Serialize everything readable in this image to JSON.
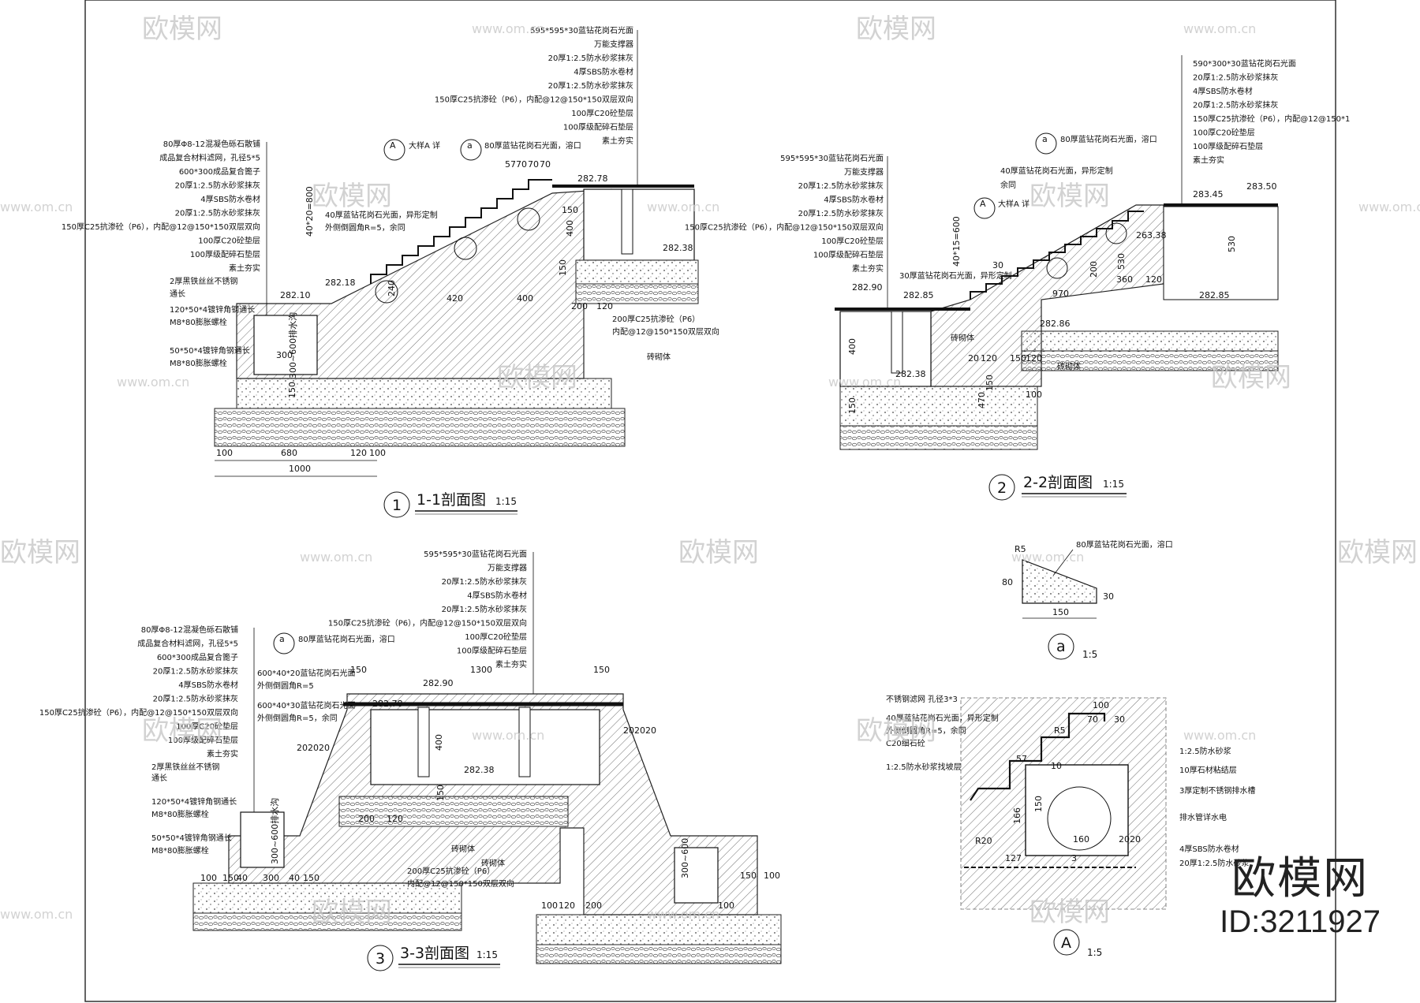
{
  "sections": {
    "s1": {
      "num": "1",
      "title": "1-1剖面图",
      "scale": "1:15"
    },
    "s2": {
      "num": "2",
      "title": "2-2剖面图",
      "scale": "1:15"
    },
    "s3": {
      "num": "3",
      "title": "3-3剖面图",
      "scale": "1:15"
    },
    "da": {
      "num": "a",
      "scale": "1:5"
    },
    "dA": {
      "num": "A",
      "scale": "1:5"
    }
  },
  "notes": {
    "s1_right": [
      "595*595*30蓝钻花岗石光面",
      "万能支撑器",
      "20厚1:2.5防水砂浆抹灰",
      "4厚SBS防水卷材",
      "20厚1:2.5防水砂浆抹灰",
      "150厚C25抗渗砼（P6），内配@12@150*150双层双向",
      "100厚C20砼垫层",
      "100厚级配碎石垫层",
      "素土夯实"
    ],
    "s1_left": [
      "80厚Φ8-12混凝色砾石散铺",
      "成品复合材料滤网，孔径5*5",
      "600*300成品复合篦子",
      "20厚1:2.5防水砂浆抹灰",
      "4厚SBS防水卷材",
      "20厚1:2.5防水砂浆抹灰",
      "150厚C25抗渗砼（P6），内配@12@150*150双层双向",
      "100厚C20砼垫层",
      "100厚级配碎石垫层",
      "素土夯实"
    ],
    "s1_misc": [
      "2厚黑铁丝丝不锈钢",
      "通长",
      "120*50*4镀锌角钢通长",
      "M8*80膨胀螺栓",
      "50*50*4镀锌角钢通长",
      "M8*80膨胀螺栓",
      "40厚蓝钻花岗石光面，异形定制",
      "外侧倒圆角R=5，余同",
      "200厚C25抗渗砼（P6）",
      "内配@12@150*150双层双向",
      "砖砌体"
    ],
    "s1_callouts": {
      "big": "A",
      "big_ref": "大样A 详",
      "small": "a",
      "small_ref": "80厚蓝钻花岗石光面，溶口"
    },
    "s1_dims": [
      "57",
      "70",
      "70",
      "70",
      "282.78",
      "282.38",
      "282.18",
      "282.10",
      "40*20=800",
      "150",
      "400",
      "150",
      "240",
      "420",
      "400",
      "200",
      "120",
      "300",
      "300~600排水沟",
      "150",
      "100",
      "680",
      "120",
      "100",
      "1000"
    ],
    "s2_right": [
      "590*300*30蓝钻花岗石光面",
      "20厚1:2.5防水砂浆抹灰",
      "4厚SBS防水卷材",
      "20厚1:2.5防水砂浆抹灰",
      "150厚C25抗渗砼（P6），内配@12@150*1",
      "100厚C20砼垫层",
      "100厚级配碎石垫层",
      "素土夯实"
    ],
    "s2_left": [
      "595*595*30蓝钻花岗石光面",
      "万能支撑器",
      "20厚1:2.5防水砂浆抹灰",
      "4厚SBS防水卷材",
      "20厚1:2.5防水砂浆抹灰",
      "150厚C25抗渗砼（P6），内配@12@150*150双层双向",
      "100厚C20砼垫层",
      "100厚级配碎石垫层",
      "素土夯实"
    ],
    "s2_misc": [
      "40厚蓝钻花岗石光面，异形定制",
      "余同",
      "30厚蓝钻花岗石光面，异形定制",
      "砖砌体",
      "砖砌体"
    ],
    "s2_callouts": {
      "big": "A",
      "big_ref": "大样A 详",
      "small": "a",
      "small_ref": "80厚蓝钻花岗石光面，溶口"
    },
    "s2_dims": [
      "283.45",
      "283.50",
      "282.90",
      "282.85",
      "282.85",
      "282.86",
      "282.38",
      "40*15=600",
      "30",
      "970",
      "360",
      "120",
      "200",
      "530",
      "530",
      "263.38",
      "400",
      "150",
      "120",
      "20",
      "470",
      "150",
      "120",
      "100",
      "150"
    ],
    "s3_right": [
      "595*595*30蓝钻花岗石光面",
      "万能支撑器",
      "20厚1:2.5防水砂浆抹灰",
      "4厚SBS防水卷材",
      "20厚1:2.5防水砂浆抹灰",
      "150厚C25抗渗砼（P6），内配@12@150*150双层双向",
      "100厚C20砼垫层",
      "100厚级配碎石垫层",
      "素土夯实"
    ],
    "s3_left": [
      "80厚Φ8-12混凝色砾石散铺",
      "成品复合材料滤网，孔径5*5",
      "600*300成品复合篦子",
      "20厚1:2.5防水砂浆抹灰",
      "4厚SBS防水卷材",
      "20厚1:2.5防水砂浆抹灰",
      "150厚C25抗渗砼（P6），内配@12@150*150双层双向",
      "100厚C20砼垫层",
      "100厚级配碎石垫层",
      "素土夯实"
    ],
    "s3_misc": [
      "600*40*20蓝钻花岗石光面",
      "外侧倒圆角R=5",
      "600*40*30蓝钻花岗石光面",
      "外侧倒圆角R=5，余同",
      "2厚黑铁丝丝不锈钢",
      "通长",
      "120*50*4镀锌角钢通长",
      "M8*80膨胀螺栓",
      "50*50*4镀锌角钢通长",
      "M8*80膨胀螺栓",
      "200厚C25抗渗砼（P6）",
      "内配@12@150*150双层双向",
      "砖砌体",
      "砖砌体"
    ],
    "s3_callouts": {
      "small": "a",
      "small_ref": "80厚蓝钻花岗石光面，溶口"
    },
    "s3_dims": [
      "150",
      "1300",
      "150",
      "282.90",
      "282.78",
      "282.38",
      "400",
      "150",
      "20",
      "20",
      "20",
      "20",
      "20",
      "20",
      "200",
      "120",
      "300~600排水沟",
      "300~600",
      "100",
      "150",
      "40",
      "300",
      "40",
      "150",
      "100",
      "100",
      "120",
      "200",
      "150",
      "100"
    ],
    "da_label": "80厚蓝钻花岗石光面，溶口",
    "da_dims": [
      "R5",
      "80",
      "30",
      "150"
    ],
    "dA_notes": [
      "不锈钢滤网  孔径3*3",
      "40厚蓝钻花岗石光面，异形定制",
      "外侧倒圆角R=5，余同",
      "C20细石砼",
      "1:2.5防水砂浆找坡层",
      "1:2.5防水砂浆",
      "10厚石材粘结层",
      "3厚定制不锈钢排水槽",
      "排水管详水电",
      "4厚SBS防水卷材",
      "20厚1:2.5防水砂浆"
    ],
    "dA_dims": [
      "100",
      "70",
      "30",
      "R5",
      "57",
      "10",
      "150",
      "160",
      "166",
      "127",
      "20",
      "20",
      "R20",
      "3"
    ]
  },
  "watermark": {
    "logo": "欧模网",
    "url": "www.om.cn"
  },
  "brand": {
    "logo": "欧模网",
    "id": "ID:3211927"
  }
}
